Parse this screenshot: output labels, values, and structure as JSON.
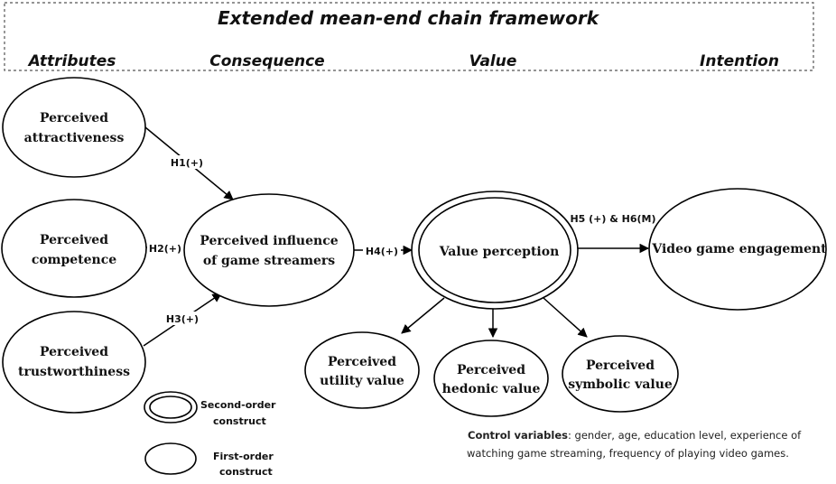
{
  "header": {
    "title": "Extended mean-end chain framework",
    "columns": [
      "Attributes",
      "Consequence",
      "Value",
      "Intention"
    ]
  },
  "nodes": {
    "attractiveness": [
      "Perceived",
      "attractiveness"
    ],
    "competence": [
      "Perceived",
      "competence"
    ],
    "trustworthiness": [
      "Perceived",
      "trustworthiness"
    ],
    "influence": [
      "Perceived influence",
      "of game streamers"
    ],
    "value_perception": [
      "Value perception"
    ],
    "engagement": [
      "Video game engagement"
    ],
    "utility": [
      "Perceived",
      "utility value"
    ],
    "hedonic": [
      "Perceived",
      "hedonic value"
    ],
    "symbolic": [
      "Perceived",
      "symbolic value"
    ]
  },
  "hypotheses": {
    "h1": "H1(+)",
    "h2": "H2(+)",
    "h3": "H3(+)",
    "h4": "H4(+)",
    "h5_h6": "H5 (+) & H6(M)"
  },
  "legend": {
    "second_order": [
      "Second-order",
      "construct"
    ],
    "first_order": [
      "First-order",
      "construct"
    ]
  },
  "control_note": {
    "label": "Control variables",
    "line1_rest": ": gender, age, education level, experience of",
    "line2": "watching game streaming, frequency of playing video games."
  }
}
